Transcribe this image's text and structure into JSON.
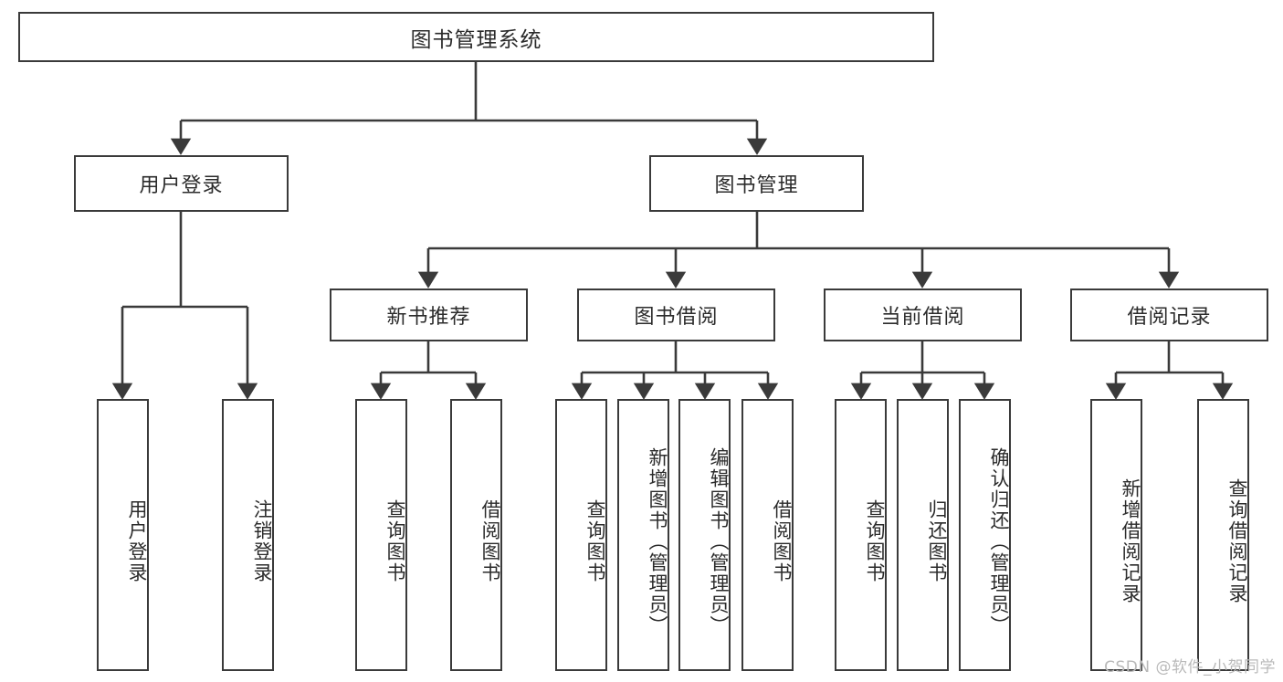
{
  "diagram": {
    "title": "图书管理系统",
    "watermark": "CSDN @软件_小贺同学",
    "colors": {
      "stroke": "#3a3a3a",
      "fill": "#ffffff",
      "text": "#2b2b2b",
      "watermark": "#b9b9b9"
    },
    "nodes": {
      "root": "图书管理系统",
      "level1": [
        "用户登录",
        "图书管理"
      ],
      "level2": [
        "新书推荐",
        "图书借阅",
        "当前借阅",
        "借阅记录"
      ],
      "leaves": {
        "user_login": [
          "用户登录",
          "注销登录"
        ],
        "new_book": [
          "查询图书",
          "借阅图书"
        ],
        "book_borrow": [
          "查询图书",
          "新增图书（管理员）",
          "编辑图书（管理员）",
          "借阅图书"
        ],
        "current_borrow": [
          "查询图书",
          "归还图书",
          "确认归还（管理员）"
        ],
        "borrow_record": [
          "新增借阅记录",
          "查询借阅记录"
        ]
      }
    }
  }
}
